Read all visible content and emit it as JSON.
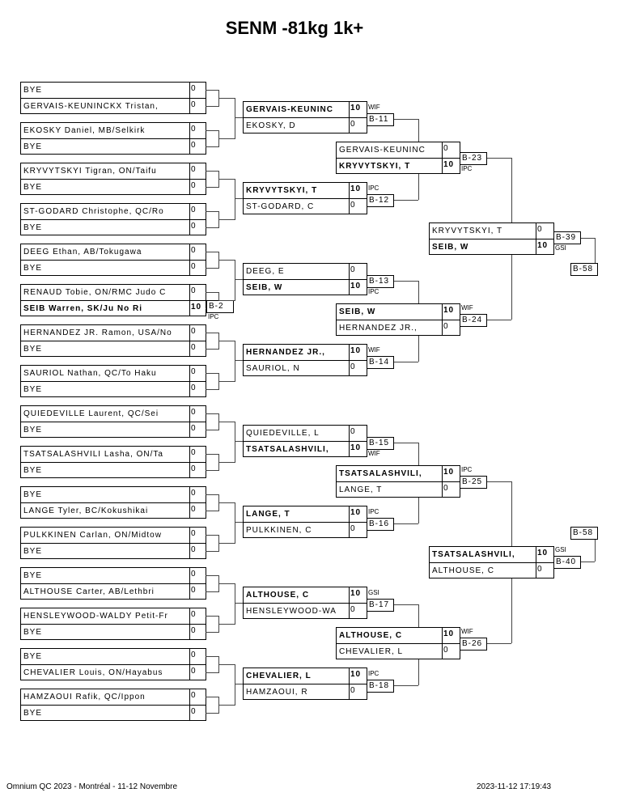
{
  "title": "SENM -81kg 1k+",
  "footer": {
    "left": "Omnium QC 2023 - Montréal - 11-12 Novembre",
    "right": "2023-11-12 17:19:43"
  },
  "round1": [
    {
      "entries": [
        {
          "name": "BYE",
          "score": "0"
        },
        {
          "name": "GERVAIS-KEUNINCKX Tristan,",
          "score": "0"
        }
      ]
    },
    {
      "entries": [
        {
          "name": "EKOSKY Daniel, MB/Selkirk",
          "score": "0"
        },
        {
          "name": "BYE",
          "score": "0"
        }
      ]
    },
    {
      "entries": [
        {
          "name": "KRYVYTSKYI Tigran, ON/Taifu",
          "score": "0"
        },
        {
          "name": "BYE",
          "score": "0"
        }
      ]
    },
    {
      "entries": [
        {
          "name": "ST-GODARD Christophe, QC/Ro",
          "score": "0"
        },
        {
          "name": "BYE",
          "score": "0"
        }
      ]
    },
    {
      "entries": [
        {
          "name": "DEEG Ethan, AB/Tokugawa",
          "score": "0"
        },
        {
          "name": "BYE",
          "score": "0"
        }
      ]
    },
    {
      "entries": [
        {
          "name": "RENAUD Tobie, ON/RMC Judo C",
          "score": "0"
        },
        {
          "name": "SEIB Warren, SK/Ju No Ri",
          "score": "10",
          "winner": true
        }
      ],
      "match": "B-2",
      "result": "IPC",
      "winner": 1
    },
    {
      "entries": [
        {
          "name": "HERNANDEZ JR. Ramon, USA/No",
          "score": "0"
        },
        {
          "name": "BYE",
          "score": "0"
        }
      ]
    },
    {
      "entries": [
        {
          "name": "SAURIOL Nathan, QC/To Haku",
          "score": "0"
        },
        {
          "name": "BYE",
          "score": "0"
        }
      ]
    },
    {
      "entries": [
        {
          "name": "QUIEDEVILLE Laurent, QC/Sei",
          "score": "0"
        },
        {
          "name": "BYE",
          "score": "0"
        }
      ]
    },
    {
      "entries": [
        {
          "name": "TSATSALASHVILI Lasha, ON/Ta",
          "score": "0"
        },
        {
          "name": "BYE",
          "score": "0"
        }
      ]
    },
    {
      "entries": [
        {
          "name": "BYE",
          "score": "0"
        },
        {
          "name": "LANGE Tyler, BC/Kokushikai",
          "score": "0"
        }
      ]
    },
    {
      "entries": [
        {
          "name": "PULKKINEN Carlan, ON/Midtow",
          "score": "0"
        },
        {
          "name": "BYE",
          "score": "0"
        }
      ]
    },
    {
      "entries": [
        {
          "name": "BYE",
          "score": "0"
        },
        {
          "name": "ALTHOUSE Carter, AB/Lethbri",
          "score": "0"
        }
      ]
    },
    {
      "entries": [
        {
          "name": "HENSLEYWOOD-WALDY Petit-Fr",
          "score": "0"
        },
        {
          "name": "BYE",
          "score": "0"
        }
      ]
    },
    {
      "entries": [
        {
          "name": "BYE",
          "score": "0"
        },
        {
          "name": "CHEVALIER Louis, ON/Hayabus",
          "score": "0"
        }
      ]
    },
    {
      "entries": [
        {
          "name": "HAMZAOUI Rafik, QC/Ippon",
          "score": "0"
        },
        {
          "name": "BYE",
          "score": "0"
        }
      ]
    }
  ],
  "round2": [
    {
      "entries": [
        {
          "name": "GERVAIS-KEUNINC",
          "score": "10",
          "winner": true
        },
        {
          "name": "EKOSKY, D",
          "score": "0"
        }
      ],
      "match": "B-11",
      "result": "WIF",
      "winner": 0
    },
    {
      "entries": [
        {
          "name": "KRYVYTSKYI, T",
          "score": "10",
          "winner": true
        },
        {
          "name": "ST-GODARD, C",
          "score": "0"
        }
      ],
      "match": "B-12",
      "result": "IPC",
      "winner": 0
    },
    {
      "entries": [
        {
          "name": "DEEG, E",
          "score": "0"
        },
        {
          "name": "SEIB, W",
          "score": "10",
          "winner": true
        }
      ],
      "match": "B-13",
      "result": "IPC",
      "winner": 1
    },
    {
      "entries": [
        {
          "name": "HERNANDEZ JR.,",
          "score": "10",
          "winner": true
        },
        {
          "name": "SAURIOL, N",
          "score": "0"
        }
      ],
      "match": "B-14",
      "result": "WIF",
      "winner": 0
    },
    {
      "entries": [
        {
          "name": "QUIEDEVILLE, L",
          "score": "0"
        },
        {
          "name": "TSATSALASHVILI,",
          "score": "10",
          "winner": true
        }
      ],
      "match": "B-15",
      "result": "WIF",
      "winner": 1
    },
    {
      "entries": [
        {
          "name": "LANGE, T",
          "score": "10",
          "winner": true
        },
        {
          "name": "PULKKINEN, C",
          "score": "0"
        }
      ],
      "match": "B-16",
      "result": "IPC",
      "winner": 0
    },
    {
      "entries": [
        {
          "name": "ALTHOUSE, C",
          "score": "10",
          "winner": true
        },
        {
          "name": "HENSLEYWOOD-WA",
          "score": "0"
        }
      ],
      "match": "B-17",
      "result": "GSI",
      "winner": 0
    },
    {
      "entries": [
        {
          "name": "CHEVALIER, L",
          "score": "10",
          "winner": true
        },
        {
          "name": "HAMZAOUI, R",
          "score": "0"
        }
      ],
      "match": "B-18",
      "result": "IPC",
      "winner": 0
    }
  ],
  "round3": [
    {
      "entries": [
        {
          "name": "GERVAIS-KEUNINC",
          "score": "0"
        },
        {
          "name": "KRYVYTSKYI, T",
          "score": "10",
          "winner": true
        }
      ],
      "match": "B-23",
      "result": "IPC",
      "winner": 1
    },
    {
      "entries": [
        {
          "name": "SEIB, W",
          "score": "10",
          "winner": true
        },
        {
          "name": "HERNANDEZ JR.,",
          "score": "0"
        }
      ],
      "match": "B-24",
      "result": "WIF",
      "winner": 0
    },
    {
      "entries": [
        {
          "name": "TSATSALASHVILI,",
          "score": "10",
          "winner": true
        },
        {
          "name": "LANGE, T",
          "score": "0"
        }
      ],
      "match": "B-25",
      "result": "IPC",
      "winner": 0
    },
    {
      "entries": [
        {
          "name": "ALTHOUSE, C",
          "score": "10",
          "winner": true
        },
        {
          "name": "CHEVALIER, L",
          "score": "0"
        }
      ],
      "match": "B-26",
      "result": "WIF",
      "winner": 0
    }
  ],
  "round4": [
    {
      "entries": [
        {
          "name": "KRYVYTSKYI, T",
          "score": "0"
        },
        {
          "name": "SEIB, W",
          "score": "10",
          "winner": true
        }
      ],
      "match": "B-39",
      "result": "GSI",
      "winner": 1,
      "next": "B-58"
    },
    {
      "entries": [
        {
          "name": "TSATSALASHVILI,",
          "score": "10",
          "winner": true
        },
        {
          "name": "ALTHOUSE, C",
          "score": "0"
        }
      ],
      "match": "B-40",
      "result": "GSI",
      "winner": 0,
      "next": "B-58"
    }
  ]
}
